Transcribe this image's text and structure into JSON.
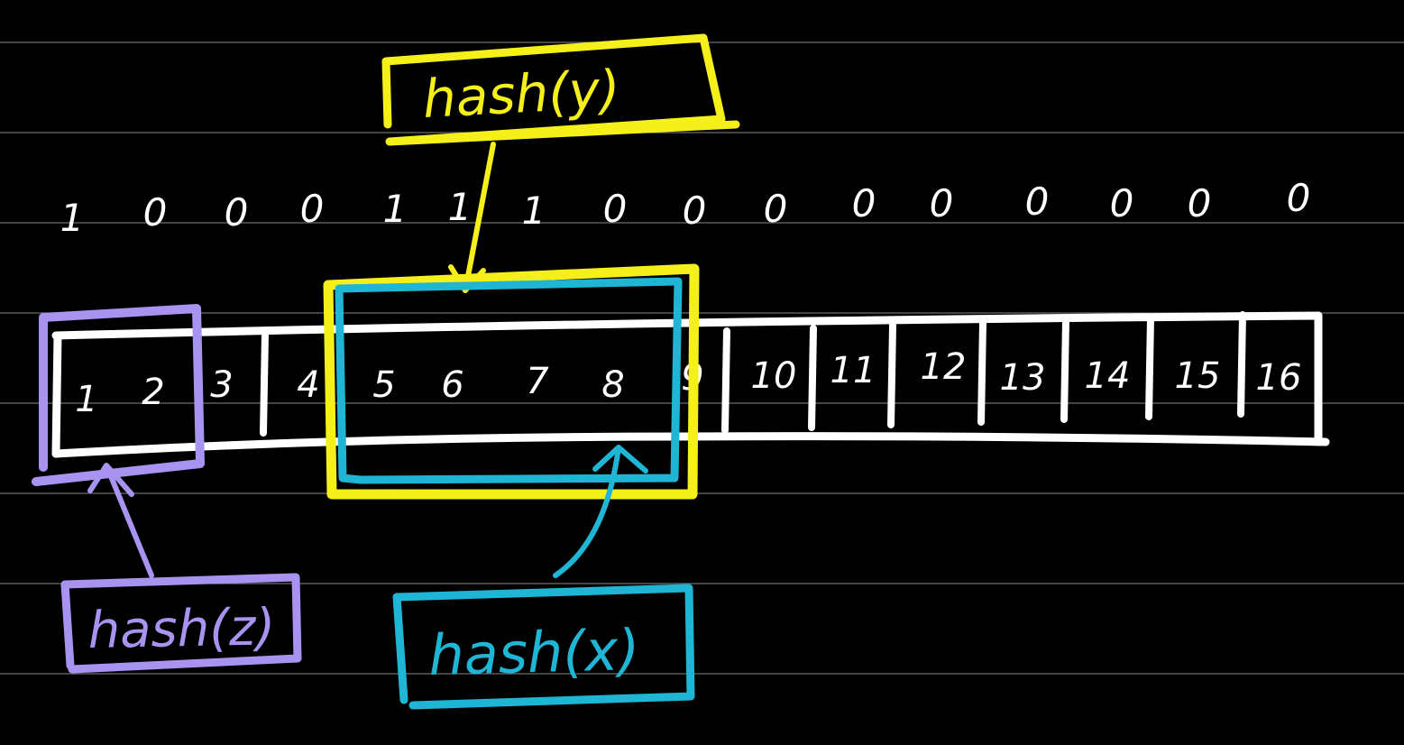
{
  "background": "#000000",
  "colors": {
    "ink": "#ffffff",
    "rules": "#6e6e6e",
    "hash_y": "#f5ef1a",
    "hash_x": "#1fb6d6",
    "hash_z": "#a894f0"
  },
  "bits": [
    "1",
    "0",
    "0",
    "0",
    "1",
    "1",
    "1",
    "0",
    "0",
    "0",
    "0",
    "0",
    "0",
    "0",
    "0",
    "0"
  ],
  "cells": [
    "1",
    "2",
    "3",
    "4",
    "5",
    "6",
    "7",
    "8",
    "9",
    "10",
    "11",
    "12",
    "13",
    "14",
    "15",
    "16"
  ],
  "labels": {
    "hash_y": "hash(y)",
    "hash_x": "hash(x)",
    "hash_z": "hash(z)"
  }
}
